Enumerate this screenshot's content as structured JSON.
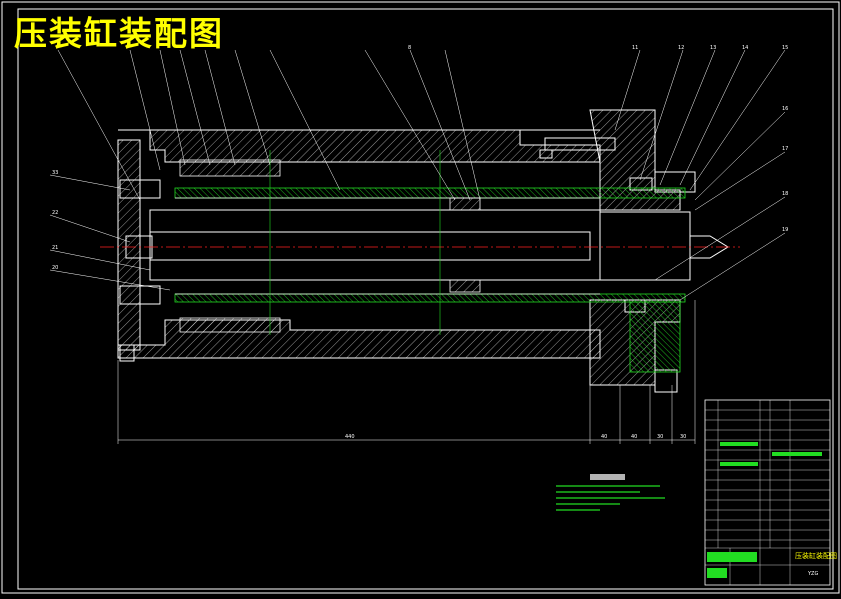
{
  "drawing": {
    "title": "压装缸装配图",
    "title_color": "#ffff00",
    "line_color": "#ffffff",
    "hatch_color": "#22dd22",
    "axis_color": "#ff2222",
    "balloons_top": [
      "11",
      "12",
      "13",
      "14",
      "15",
      "16",
      "17",
      "18",
      "19"
    ],
    "balloons_left": [
      "33",
      "22",
      "21",
      "20"
    ],
    "balloon_mid": "8",
    "overall_dimension": "440",
    "right_dimensions": [
      "40",
      "40",
      "30",
      "30"
    ],
    "title_block_name": "压装缸装配图",
    "title_block_code": "YZG"
  }
}
